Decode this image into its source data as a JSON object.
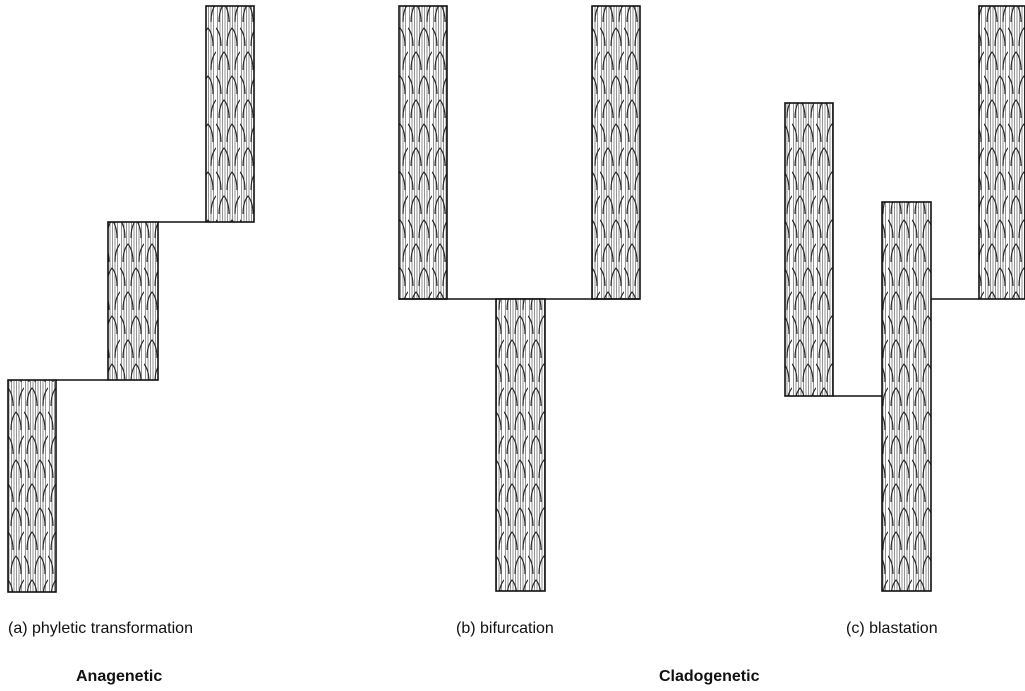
{
  "panels": [
    {
      "caption": "(a) phyletic transformation"
    },
    {
      "caption": "(b) bifurcation"
    },
    {
      "caption": "(c) blastation"
    }
  ],
  "groups": {
    "anagenetic": "Anagenetic",
    "cladogenetic": "Cladogenetic"
  },
  "colors": {
    "ink": "#111111",
    "hatch": "#666666",
    "background": "#ffffff"
  }
}
